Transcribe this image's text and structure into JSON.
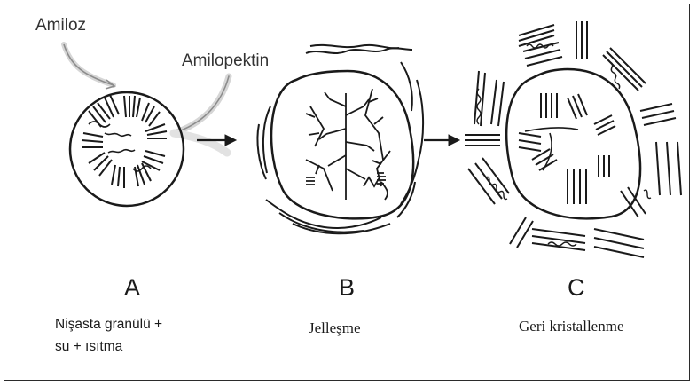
{
  "labels": {
    "amiloz": "Amiloz",
    "amilopektin": "Amilopektin"
  },
  "stages": [
    {
      "letter": "A",
      "caption_line1": "Nişasta granülü +",
      "caption_line2": "su + ısıtma"
    },
    {
      "letter": "B",
      "caption_line1": "Jelleşme"
    },
    {
      "letter": "C",
      "caption_line1": "Geri kristallenme"
    }
  ],
  "colors": {
    "ink": "#1a1a1a",
    "frame": "#2b2b2b",
    "callout_line": "#9a9a9a",
    "glow": "#d6d6d6"
  }
}
